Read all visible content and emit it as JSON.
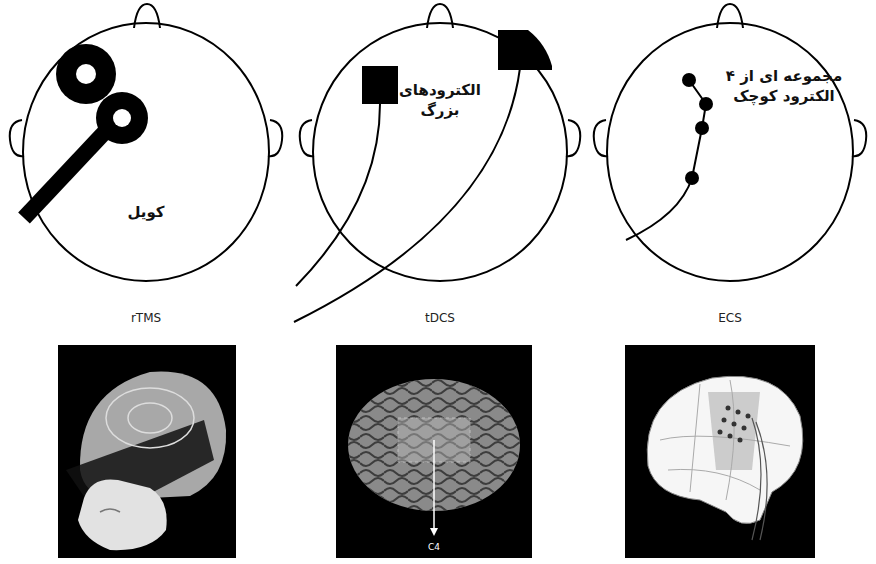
{
  "diagram": {
    "nodes": [
      {
        "text": [
          "کویل"
        ]
      },
      {
        "text": [
          "الکترودهای بزرگ"
        ]
      },
      {
        "text": [
          "مجموعه ای از ۴ الکترود کوچک"
        ]
      }
    ],
    "labels": [
      "rTMS",
      "tDCS",
      "ECS",
      "C4"
    ]
  }
}
